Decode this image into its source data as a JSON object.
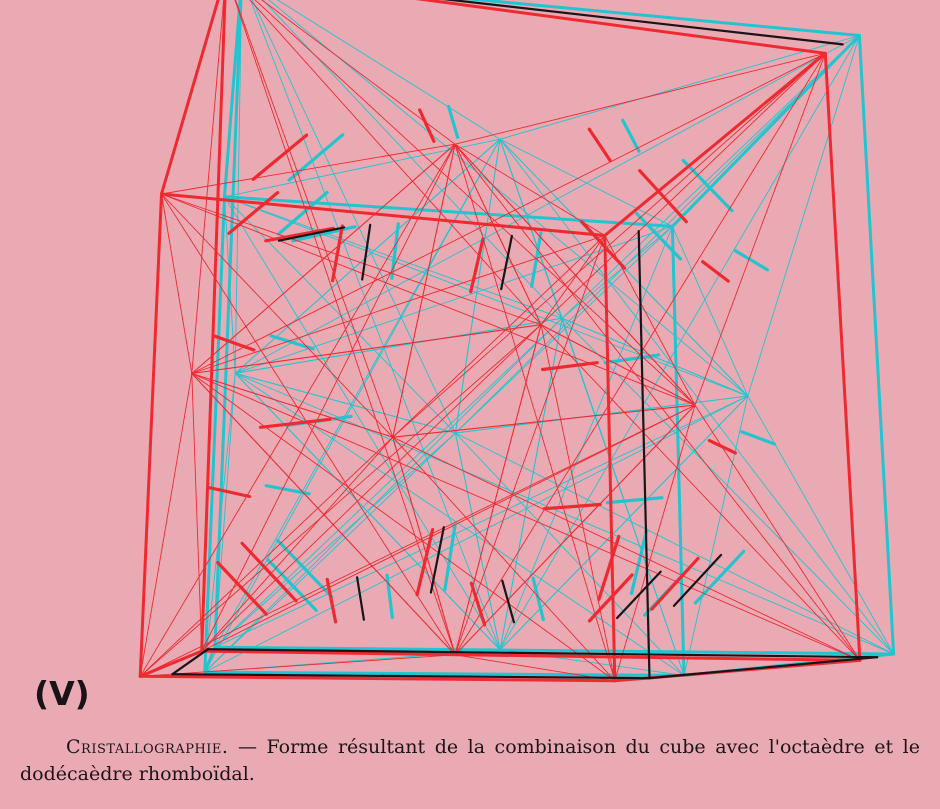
{
  "plate": {
    "label": "(V)"
  },
  "caption": {
    "heading": "Cristallographie.",
    "dash": " — ",
    "text": "Forme résultant de la combinaison du cube avec l'octaèdre et le dodécaèdre rhomboïdal."
  },
  "colors": {
    "background": "#e9aab4",
    "red_view": "#ee2a30",
    "cyan_view": "#22c4cf",
    "black_overlap": "#1a1418"
  },
  "image": {
    "style": "anaglyph stereoscopic line drawing (red / cyan)"
  }
}
